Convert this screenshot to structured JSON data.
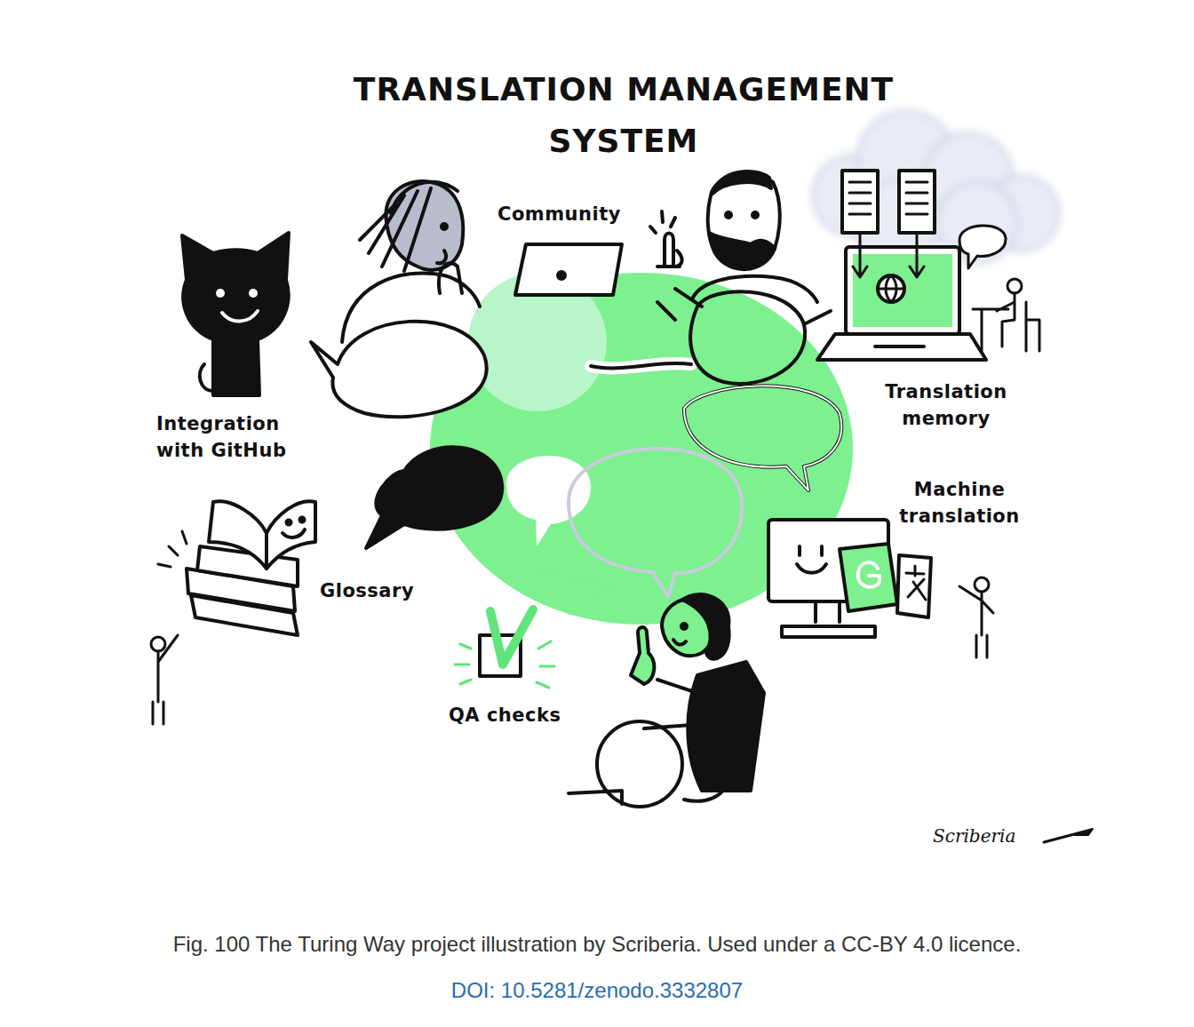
{
  "diagram": {
    "title": "TRANSLATION MANAGEMENT SYSTEM",
    "caption": "Fig. 100 The Turing Way project illustration by Scriberia. Used under a CC-BY 4.0 licence.",
    "labels": [
      "Community",
      "Integration with GitHub",
      "Translation memory",
      "Machine translation",
      "Glossary",
      "QA checks",
      "Scriberia",
      "DOI: 10.5281/zenodo.3332807"
    ]
  }
}
